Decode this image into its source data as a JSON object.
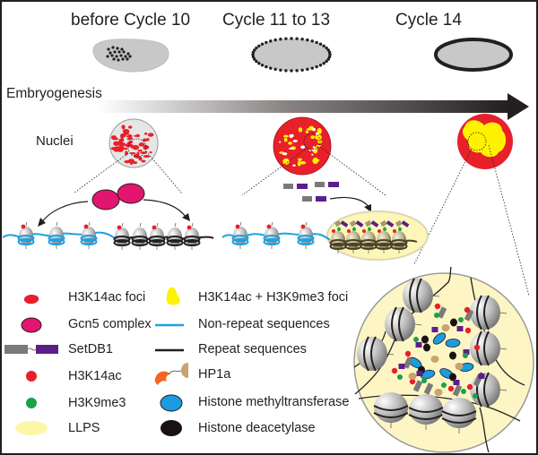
{
  "stages": [
    {
      "label": "before Cycle 10"
    },
    {
      "label": "Cycle 11 to 13"
    },
    {
      "label": "Cycle 14"
    }
  ],
  "timeline": {
    "label": "Embryogenesis"
  },
  "nuclei_label": "Nuclei",
  "legend": {
    "left": [
      {
        "icon": "red-foci-icon",
        "label": "H3K14ac foci"
      },
      {
        "icon": "gcn5-ellipse-icon",
        "label": "Gcn5 complex"
      },
      {
        "icon": "setdb1-icon",
        "label": "SetDB1"
      },
      {
        "icon": "red-dot-icon",
        "label": "H3K14ac"
      },
      {
        "icon": "green-dot-icon",
        "label": "H3K9me3"
      },
      {
        "icon": "llps-ellipse-icon",
        "label": "LLPS"
      }
    ],
    "right": [
      {
        "icon": "yellow-foci-icon",
        "label": "H3K14ac + H3K9me3 foci"
      },
      {
        "icon": "blue-line-icon",
        "label": "Non-repeat sequences"
      },
      {
        "icon": "black-line-icon",
        "label": "Repeat sequences"
      },
      {
        "icon": "hp1a-icon",
        "label": "HP1a"
      },
      {
        "icon": "blue-ellipse-icon",
        "label": "Histone methyltransferase"
      },
      {
        "icon": "black-ellipse-icon",
        "label": "Histone deacetylase"
      }
    ]
  },
  "colors": {
    "h3k14ac_red": "#e8202a",
    "yellow_foci": "#fff200",
    "gcn5_pink": "#e2166e",
    "nonrepeat_blue": "#1ba1e2",
    "repeat_black": "#231f20",
    "setdb1_gray": "#7a7a7a",
    "setdb1_purple": "#5c1f8a",
    "h3k9me3_green": "#1aa14a",
    "llps_yellow": "#fdf6b8",
    "hp1a_orange": "#f26522",
    "hp1a_tan": "#c8a46e",
    "methyltransferase_blue": "#1b9be0",
    "deacetylase_black": "#1a1212",
    "embryo_gray": "#c8c8c8"
  }
}
